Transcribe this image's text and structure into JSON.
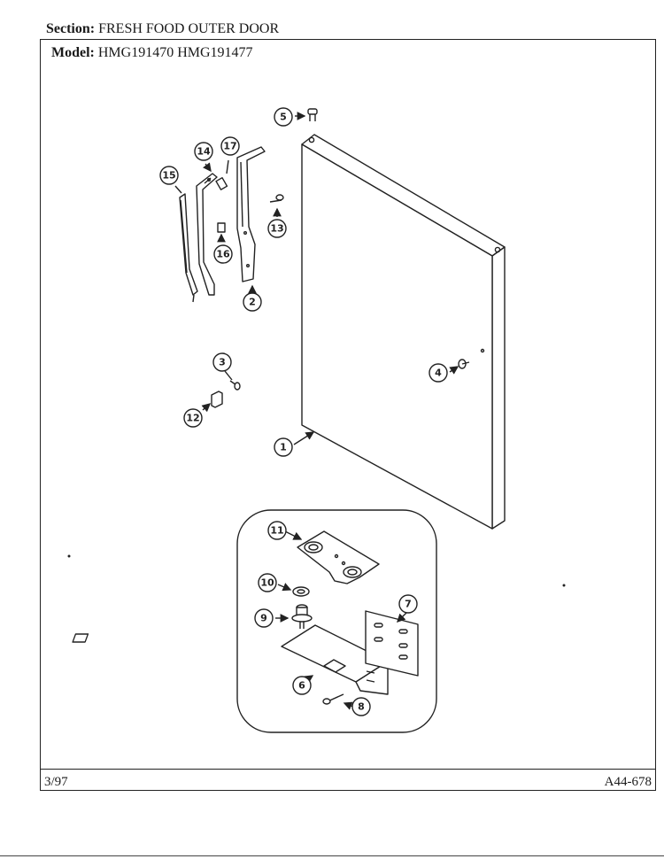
{
  "header": {
    "section_label": "Section:",
    "section_value": "FRESH FOOD OUTER DOOR",
    "model_label": "Model:",
    "model_value": "HMG191470  HMG191477"
  },
  "footer": {
    "date": "3/97",
    "code": "A44-678"
  },
  "callouts": {
    "c1": "1",
    "c2": "2",
    "c3": "3",
    "c4": "4",
    "c5": "5",
    "c6": "6",
    "c7": "7",
    "c8": "8",
    "c9": "9",
    "c10": "10",
    "c11": "11",
    "c12": "12",
    "c13": "13",
    "c14": "14",
    "c15": "15",
    "c16": "16",
    "c17": "17"
  }
}
